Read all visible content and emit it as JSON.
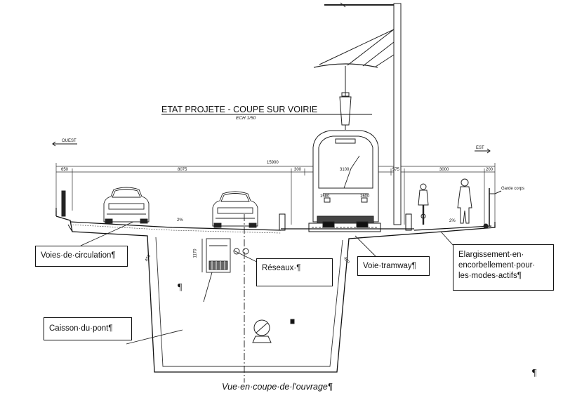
{
  "drawing": {
    "title": "ETAT PROJETE - COUPE SUR VOIRIE",
    "scale": "ECH 1/50",
    "ouest": "OUEST",
    "est": "EST",
    "caption": "Vue·en·coupe·de·l'ouvrage¶",
    "pilcrow": "¶",
    "garde_corps": "Garde corps",
    "dimensions": {
      "total": "15900",
      "segments": [
        "650",
        "8075",
        "300",
        "3100",
        "575",
        "3000",
        "200"
      ],
      "gauge_left": "1580",
      "gauge_right": "1600",
      "height_reseaux": "1170",
      "slab_left": "450",
      "slab_right": "450",
      "slope_left": "2%",
      "slope_right": "2%"
    }
  },
  "callouts": {
    "voies": "Voies·de·circulation¶",
    "reseaux": "Réseaux·¶",
    "tram": "Voie·tramway¶",
    "elargissement": [
      "Elargissement·en·",
      "encorbellement·pour·",
      "les·modes·actifs¶"
    ],
    "caisson": "Caisson·du·pont¶"
  }
}
